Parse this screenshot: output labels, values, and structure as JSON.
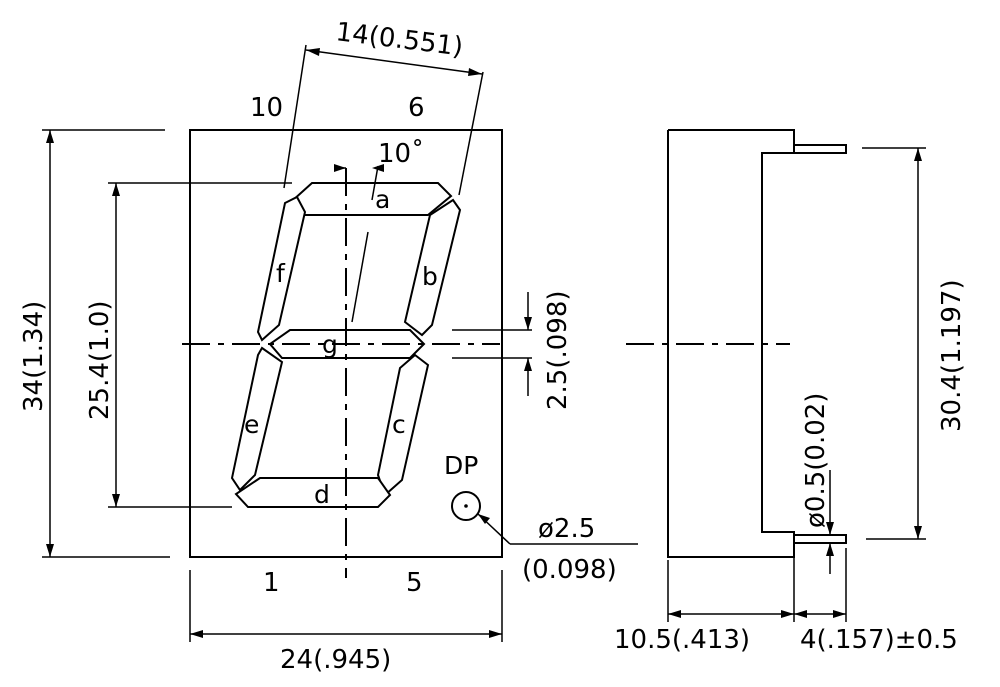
{
  "diagram": {
    "dimensions": {
      "top_width": "14(0.551)",
      "total_height": "34(1.34)",
      "digit_height": "25.4(1.0)",
      "bottom_width": "24(.945)",
      "pin_pitch_side": "2.5(.098)",
      "side_height": "30.4(1.197)",
      "pin_diameter": "ø0.5(0.02)",
      "depth": "10.5(.413)",
      "pin_length": "4(.157)±0.5",
      "dp_diameter": "ø2.5",
      "dp_diameter_in": "(0.098)",
      "slant_angle": "10˚"
    },
    "pins": {
      "top_left": "10",
      "top_right": "6",
      "bottom_left": "1",
      "bottom_right": "5"
    },
    "segments": {
      "a": "a",
      "b": "b",
      "c": "c",
      "d": "d",
      "e": "e",
      "f": "f",
      "g": "g",
      "dp": "DP"
    }
  }
}
